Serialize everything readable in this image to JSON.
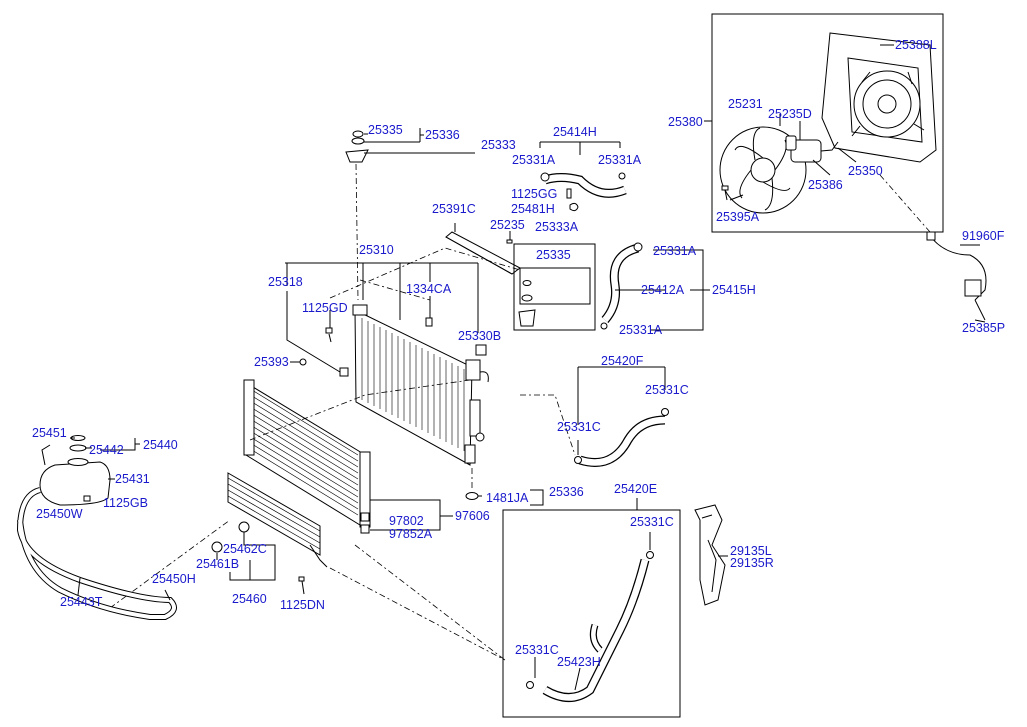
{
  "labels": {
    "p25388L": "25388L",
    "p25380": "25380",
    "p25231": "25231",
    "p25235D": "25235D",
    "p25386": "25386",
    "p25350": "25350",
    "p25395A": "25395A",
    "p91960F": "91960F",
    "p25385P": "25385P",
    "p25335a": "25335",
    "p25336a": "25336",
    "p25333": "25333",
    "p25414H": "25414H",
    "p25331A_a": "25331A",
    "p25331A_b": "25331A",
    "p1125GG": "1125GG",
    "p25481H": "25481H",
    "p25391C": "25391C",
    "p25235": "25235",
    "p25333A": "25333A",
    "p25335b": "25335",
    "p25310": "25310",
    "p25318": "25318",
    "p1334CA": "1334CA",
    "p1125GD": "1125GD",
    "p25330B": "25330B",
    "p25393": "25393",
    "p25331A_c": "25331A",
    "p25412A": "25412A",
    "p25415H": "25415H",
    "p25331A_d": "25331A",
    "p25420F": "25420F",
    "p25331C_a": "25331C",
    "p25331C_b": "25331C",
    "p25451": "25451",
    "p25442": "25442",
    "p25440": "25440",
    "p25431": "25431",
    "p1125GB": "1125GB",
    "p25450W": "25450W",
    "p1481JA": "1481JA",
    "p25336b": "25336",
    "p25420E": "25420E",
    "p25331C_c": "25331C",
    "p97802": "97802",
    "p97606": "97606",
    "p97852A": "97852A",
    "p25462C": "25462C",
    "p25461B": "25461B",
    "p25460": "25460",
    "p1125DN": "1125DN",
    "p25450H": "25450H",
    "p25443T": "25443T",
    "p29135L": "29135L",
    "p29135R": "29135R",
    "p25331C_d": "25331C",
    "p25423H": "25423H"
  },
  "colors": {
    "label": "#1a1acc",
    "line": "#000000",
    "background": "#ffffff"
  }
}
